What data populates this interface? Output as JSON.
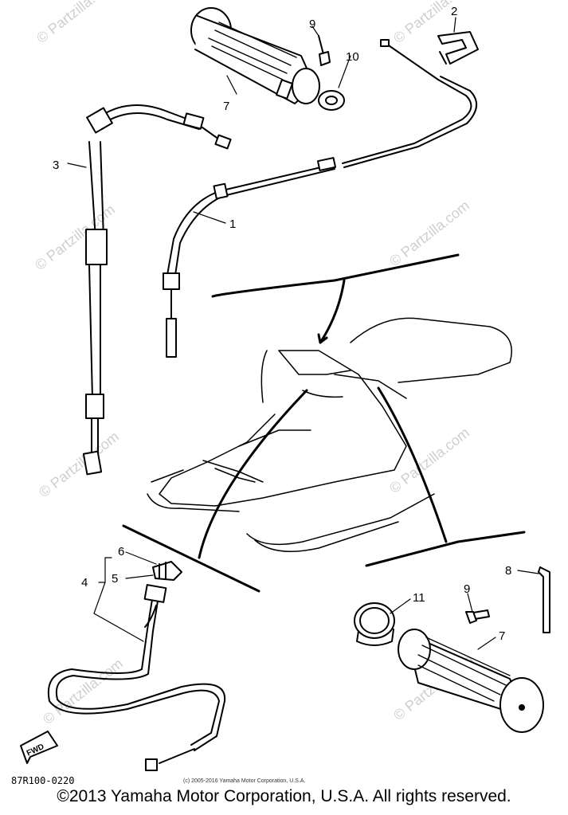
{
  "watermarks": {
    "text": "© Partzilla.com",
    "color": "#cfcfcf"
  },
  "callouts": {
    "c1": "1",
    "c2": "2",
    "c3": "3",
    "c4": "4",
    "c5": "5",
    "c6": "6",
    "c7a": "7",
    "c7b": "7",
    "c8": "8",
    "c9a": "9",
    "c9b": "9",
    "c10": "10",
    "c11": "11"
  },
  "fwd_label": "FWD",
  "diagram_ref": "87R100-0220",
  "small_copyright": "(c) 2005-2016 Yamaha Motor Corporation, U.S.A.",
  "footer_copyright": "©2013 Yamaha Motor Corporation, U.S.A. All rights reserved."
}
